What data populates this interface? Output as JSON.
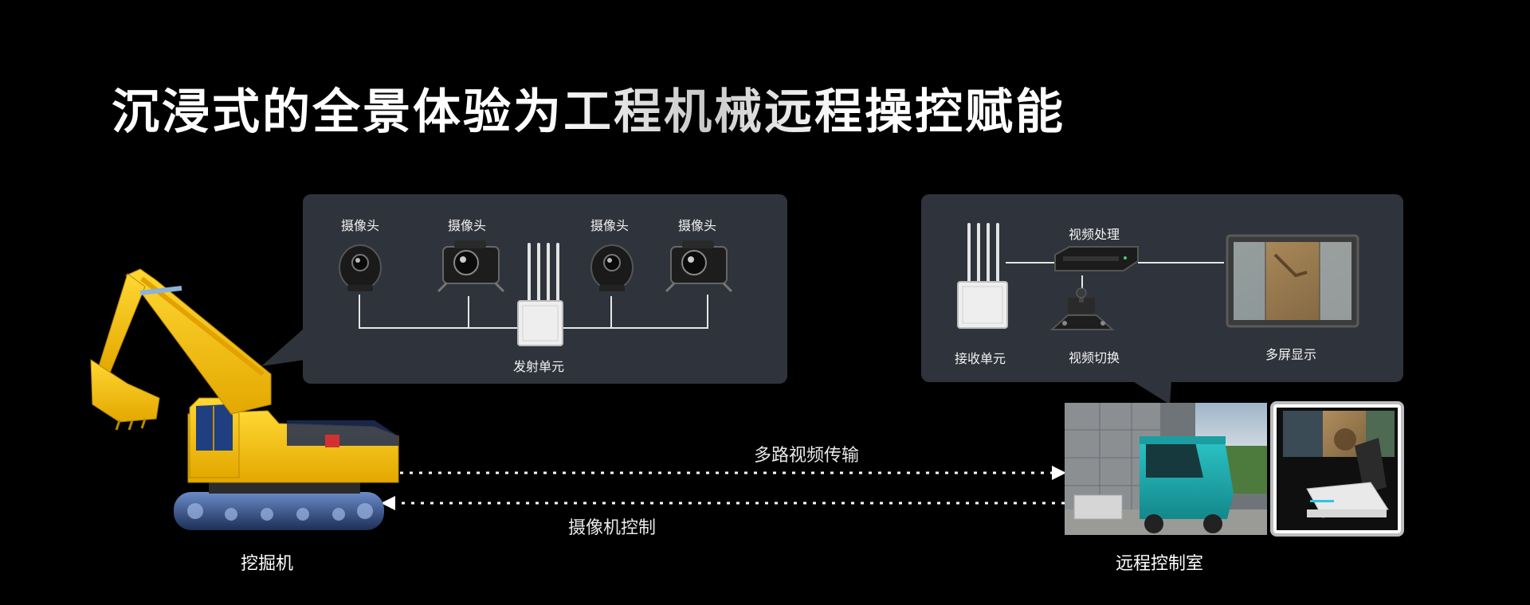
{
  "title": "沉浸式的全景体验为工程机械远程操控赋能",
  "excavator_panel": {
    "camera_labels": [
      "摄像头",
      "摄像头",
      "摄像头",
      "摄像头"
    ],
    "transmitter_label": "发射单元"
  },
  "control_panel": {
    "receiver_label": "接收单元",
    "video_processing_label": "视频处理",
    "video_switch_label": "视频切换",
    "multi_screen_label": "多屏显示"
  },
  "flows": {
    "video_transmission": "多路视频传输",
    "camera_control": "摄像机控制"
  },
  "endpoints": {
    "excavator": "挖掘机",
    "control_room": "远程控制室"
  },
  "colors": {
    "background": "#000000",
    "panel": "#2f333b",
    "excavator_yellow": "#f2c21b",
    "cab_teal": "#1fb3b6"
  }
}
